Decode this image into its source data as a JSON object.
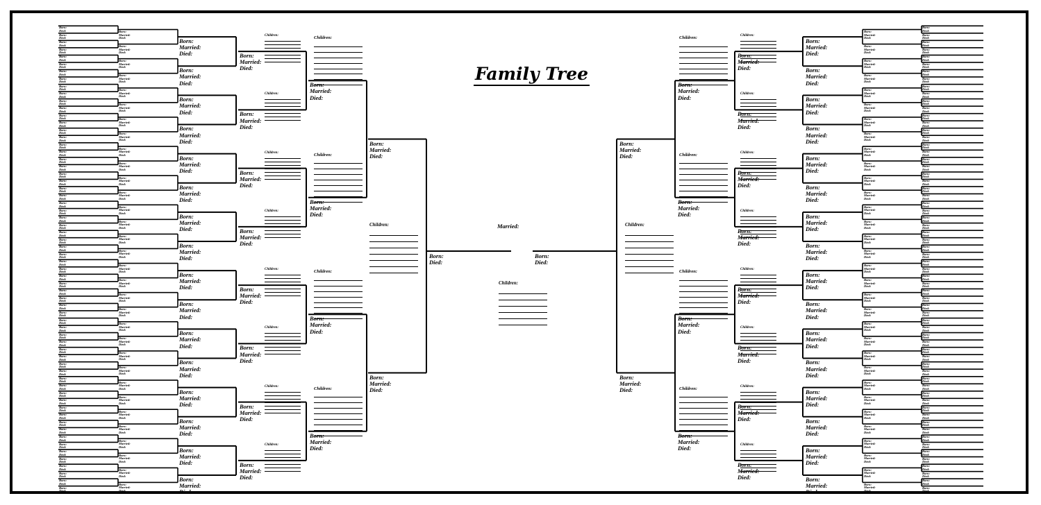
{
  "document": {
    "title": "Family Tree",
    "labels": {
      "born": "Born:",
      "married": "Married:",
      "died": "Died:",
      "children": "Children:"
    }
  }
}
